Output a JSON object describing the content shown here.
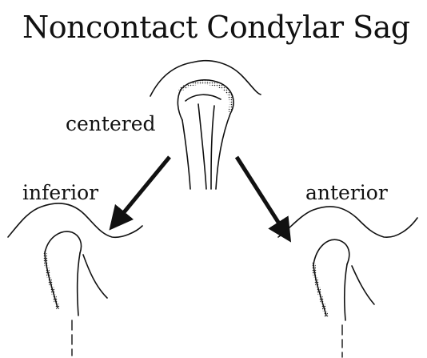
{
  "title": "Noncontact Condylar Sag",
  "labels": {
    "centered": "centered",
    "inferior": "inferior",
    "anterior": "anterior"
  },
  "colors": {
    "ink": "#111111",
    "background": "#ffffff"
  }
}
